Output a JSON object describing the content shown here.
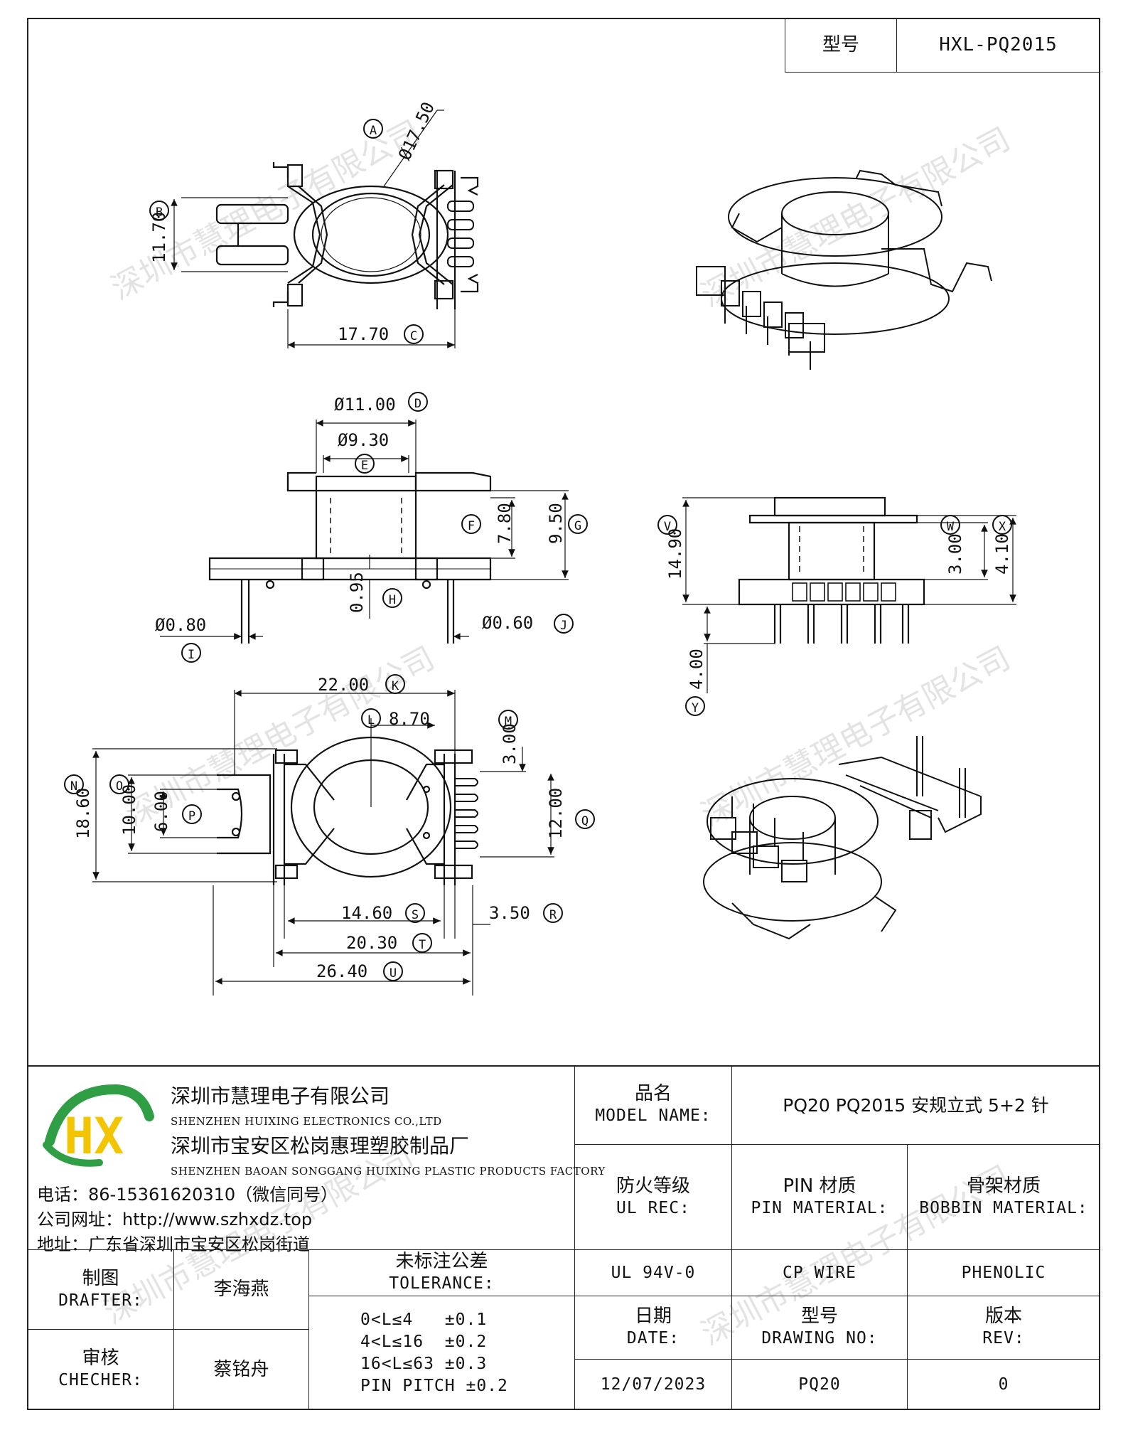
{
  "header": {
    "model_label": "型号",
    "model_value": "HXL-PQ2015"
  },
  "watermark": "深圳市慧理电子有限公司",
  "dimensions": {
    "A": {
      "letter": "A",
      "value": "Ø17.50"
    },
    "B": {
      "letter": "B",
      "value": "11.70"
    },
    "C": {
      "letter": "C",
      "value": "17.70"
    },
    "D": {
      "letter": "D",
      "value": "Ø11.00"
    },
    "E": {
      "letter": "E",
      "value": "Ø9.30"
    },
    "F": {
      "letter": "F",
      "value": "7.80"
    },
    "G": {
      "letter": "G",
      "value": "9.50"
    },
    "H": {
      "letter": "H",
      "value": "0.95"
    },
    "I": {
      "letter": "I",
      "value": "Ø0.80"
    },
    "J": {
      "letter": "J",
      "value": "Ø0.60"
    },
    "K": {
      "letter": "K",
      "value": "22.00"
    },
    "L": {
      "letter": "L",
      "value": "8.70"
    },
    "M": {
      "letter": "M",
      "value": "3.00"
    },
    "N": {
      "letter": "N",
      "value": "18.60"
    },
    "O": {
      "letter": "O",
      "value": "10.00"
    },
    "P": {
      "letter": "P",
      "value": "6.00"
    },
    "Q": {
      "letter": "Q",
      "value": "12.00"
    },
    "R": {
      "letter": "R",
      "value": "3.50"
    },
    "S": {
      "letter": "S",
      "value": "14.60"
    },
    "T": {
      "letter": "T",
      "value": "20.30"
    },
    "U": {
      "letter": "U",
      "value": "26.40"
    },
    "V": {
      "letter": "V",
      "value": "14.90"
    },
    "W": {
      "letter": "W",
      "value": "3.00"
    },
    "X": {
      "letter": "X",
      "value": "4.10"
    },
    "Y": {
      "letter": "Y",
      "value": "4.00"
    }
  },
  "company": {
    "logo_letters": "HX",
    "name_cn": "深圳市慧理电子有限公司",
    "name_en": "SHENZHEN HUIXING ELECTRONICS CO.,LTD",
    "factory_cn": "深圳市宝安区松岗惠理塑胶制品厂",
    "factory_en": "SHENZHEN BAOAN SONGGANG HUIXING PLASTIC PRODUCTS FACTORY",
    "phone": "电话：86-15361620310（微信同号）",
    "website": "公司网址：http://www.szhxdz.top",
    "address": "地址：广东省深圳市宝安区松岗街道"
  },
  "title_block": {
    "model_name_cn": "品名",
    "model_name_en": "MODEL NAME:",
    "model_name_value": "PQ20 PQ2015 安规立式 5+2 针",
    "fire_cn": "防火等级",
    "fire_en": "UL REC:",
    "pin_cn": "PIN 材质",
    "pin_en": "PIN MATERIAL:",
    "bobbin_cn": "骨架材质",
    "bobbin_en": "BOBBIN MATERIAL:",
    "fire_value": "UL 94V-0",
    "pin_value": "CP WIRE",
    "bobbin_value": "PHENOLIC",
    "drafter_cn": "制图",
    "drafter_en": "DRAFTER:",
    "drafter_name": "李海燕",
    "checker_cn": "审核",
    "checker_en": "CHECHER:",
    "checker_name": "蔡铭舟",
    "tolerance_cn": "未标注公差",
    "tolerance_en": "TOLERANCE:",
    "tolerance_lines": [
      "0<L≤4   ±0.1",
      "4<L≤16  ±0.2",
      "16<L≤63 ±0.3",
      "PIN PITCH ±0.2"
    ],
    "date_cn": "日期",
    "date_en": "DATE:",
    "date_value": "12/07/2023",
    "drawing_cn": "型号",
    "drawing_en": "DRAWING NO:",
    "drawing_value": "PQ20",
    "rev_cn": "版本",
    "rev_en": "REV:",
    "rev_value": "0"
  }
}
